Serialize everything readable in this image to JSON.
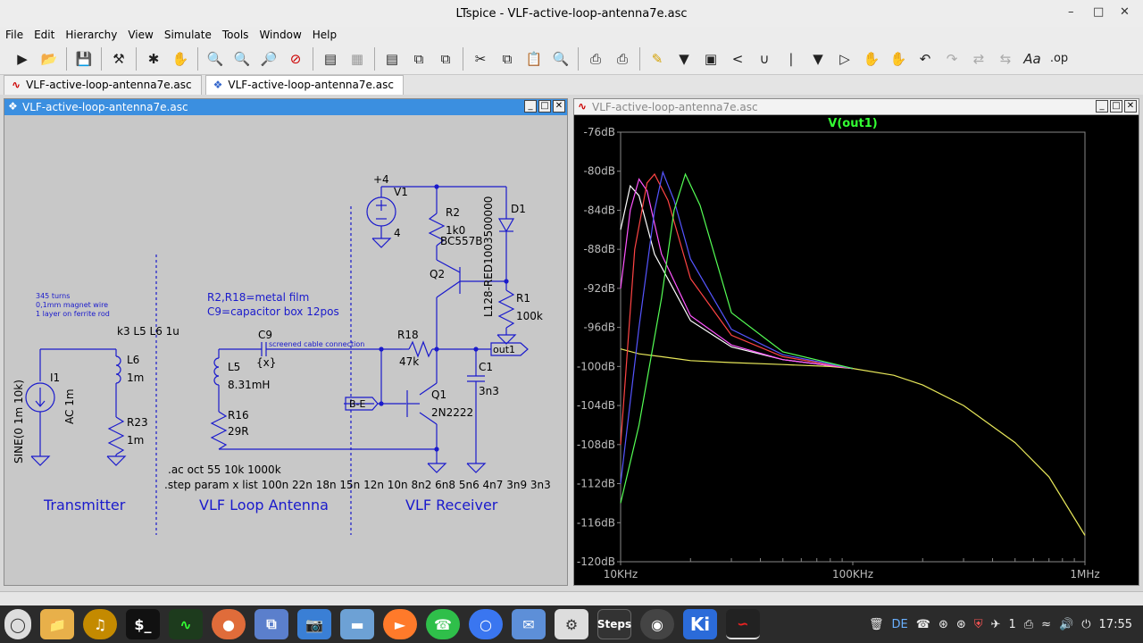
{
  "window": {
    "title": "LTspice - VLF-active-loop-antenna7e.asc"
  },
  "menu": [
    "File",
    "Edit",
    "Hierarchy",
    "View",
    "Simulate",
    "Tools",
    "Window",
    "Help"
  ],
  "tabs": [
    "VLF-active-loop-antenna7e.asc",
    "VLF-active-loop-antenna7e.asc"
  ],
  "schematic": {
    "title": "VLF-active-loop-antenna7e.asc",
    "note_turns": [
      "345 turns",
      "0,1mm magnet wire",
      "1 layer on ferrite rod"
    ],
    "note_parts": [
      "R2,R18=metal film",
      "C9=capacitor box 12pos"
    ],
    "labels": {
      "k3": "k3 L5 L6 1u",
      "I1": "I1",
      "I1_val": "SINE(0 1m 10k)",
      "I1_ac": "AC 1m",
      "L6": "L6",
      "L6_val": "1m",
      "R23": "R23",
      "R23_val": "1m",
      "C9": "C9",
      "C9_val": "{x}",
      "cable": "screened cable connection",
      "L5": "L5",
      "L5_val": "8.31mH",
      "R16": "R16",
      "R16_val": "29R",
      "R18": "R18",
      "R18_val": "47k",
      "BE": "B-E",
      "Q1": "Q1",
      "Q1_val": "2N2222",
      "C1": "C1",
      "C1_val": "3n3",
      "out1": "out1",
      "V1": "V1",
      "V1_val": "4",
      "plus4": "+4",
      "R2": "R2",
      "R2_val": "1k0",
      "Q2": "Q2",
      "Q2_val": "BC557B",
      "D1": "D1",
      "D1_val": "L128-RED1003500000",
      "R1": "R1",
      "R1_val": "100k"
    },
    "directive_ac": ".ac oct 55 10k 1000k",
    "directive_step": ".step param x list 100n 22n 18n 15n 12n 10n 8n2 6n8 5n6 4n7 3n9 3n3",
    "sections": [
      "Transmitter",
      "VLF Loop Antenna",
      "VLF Receiver"
    ]
  },
  "plot": {
    "title": "VLF-active-loop-antenna7e.asc",
    "trace": "V(out1)"
  },
  "chart_data": {
    "type": "line",
    "title": "V(out1)",
    "x_scale": "log",
    "xlim": [
      10000,
      1000000
    ],
    "ylim": [
      -120,
      -76
    ],
    "x_ticks": [
      "10KHz",
      "100KHz",
      "1MHz"
    ],
    "y_ticks": [
      "-76dB",
      "-80dB",
      "-84dB",
      "-88dB",
      "-92dB",
      "-96dB",
      "-100dB",
      "-104dB",
      "-108dB",
      "-112dB",
      "-116dB",
      "-120dB"
    ],
    "series": [
      {
        "color": "#e8e85a",
        "x": [
          10000,
          12000,
          15000,
          20000,
          30000,
          50000,
          80000,
          100000,
          150000,
          200000,
          300000,
          500000,
          700000,
          1000000
        ],
        "y": [
          -98.2,
          -98.7,
          -99.0,
          -99.4,
          -99.6,
          -99.8,
          -100.0,
          -100.2,
          -100.9,
          -101.9,
          -104.0,
          -107.8,
          -111.3,
          -117.3
        ]
      },
      {
        "color": "#ffffff",
        "x": [
          10000,
          11000,
          12000,
          14000,
          20000,
          30000,
          50000,
          100000
        ],
        "y": [
          -86,
          -81.5,
          -82.5,
          -88.5,
          -95.3,
          -98.0,
          -99.3,
          -100.2
        ]
      },
      {
        "color": "#ff55ff",
        "x": [
          10000,
          11000,
          12000,
          13000,
          15000,
          20000,
          30000,
          50000,
          100000
        ],
        "y": [
          -92,
          -84,
          -80.8,
          -82,
          -88.5,
          -94.8,
          -97.8,
          -99.3,
          -100.2
        ]
      },
      {
        "color": "#ff4444",
        "x": [
          10000,
          11500,
          13000,
          14000,
          16000,
          20000,
          30000,
          50000,
          100000
        ],
        "y": [
          -108,
          -88,
          -81.2,
          -80.3,
          -83,
          -91,
          -96.8,
          -99.0,
          -100.2
        ]
      },
      {
        "color": "#5555ff",
        "x": [
          10000,
          12000,
          14000,
          15200,
          17000,
          20000,
          30000,
          50000,
          100000
        ],
        "y": [
          -112,
          -96,
          -84,
          -80.1,
          -83,
          -89,
          -96.2,
          -98.8,
          -100.2
        ]
      },
      {
        "color": "#55ff55",
        "x": [
          10000,
          12000,
          15000,
          17000,
          19000,
          22000,
          30000,
          50000,
          100000
        ],
        "y": [
          -114,
          -106,
          -93,
          -84,
          -80.3,
          -83.5,
          -94.5,
          -98.5,
          -100.2
        ]
      }
    ]
  },
  "taskbar": {
    "items": [
      "menu",
      "files",
      "audio",
      "terminal",
      "sysmon",
      "browser",
      "ltspice-tools",
      "camera",
      "monitor",
      "vlc",
      "whatsapp",
      "signal",
      "mail",
      "settings",
      "steps",
      "webcam",
      "kicad",
      "ltspice"
    ],
    "steps_label": "Steps",
    "ki_label": "Ki",
    "lang": "DE",
    "clock": "17:55",
    "badge": "1"
  }
}
